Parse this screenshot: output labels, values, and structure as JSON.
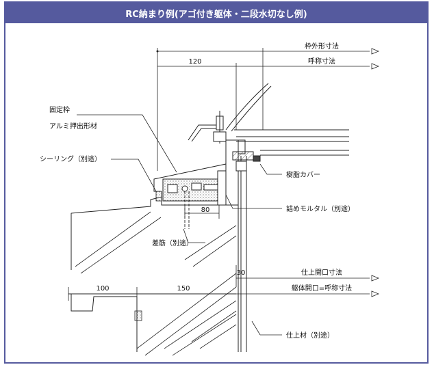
{
  "title": "RC納まり例(アゴ付き躯体・二段水切なし例)",
  "colors": {
    "frame": "#555a9e",
    "line": "#222222"
  },
  "labels": {
    "frame_outer": "枠外形寸法",
    "nominal": "呼称寸法",
    "fixed_frame": "固定枠",
    "extrusion": "アルミ押出形材",
    "sealing": "シーリング（別途）",
    "resin_cover": "樹脂カバー",
    "mortar": "詰めモルタル（別途）",
    "rebar": "差筋（別途）",
    "finish_opening": "仕上開口寸法",
    "body_opening": "躯体開口=呼称寸法",
    "finish_material": "仕上材（別途）"
  },
  "dims": {
    "d120": "120",
    "d80": "80",
    "d30": "30",
    "d100": "100",
    "d150": "150"
  }
}
